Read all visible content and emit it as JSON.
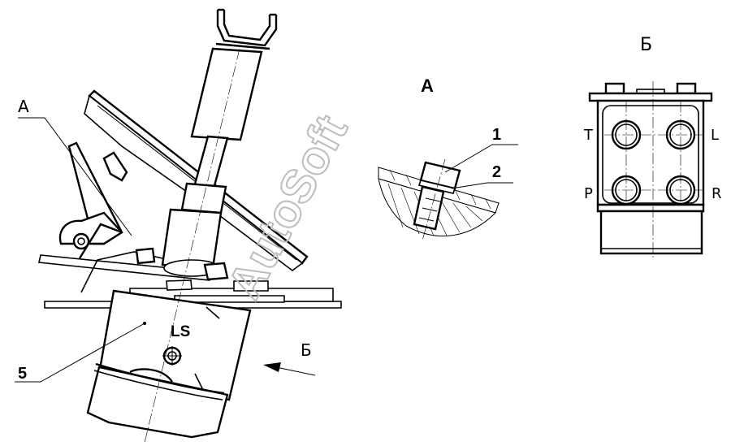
{
  "labels": {
    "view_a_callout": "A",
    "view_b_callout": "Б",
    "ls_marker": "LS",
    "item_5": "5",
    "detail_a_title": "A",
    "item_1": "1",
    "item_2": "2",
    "view_b_title": "Б",
    "port_t": "T",
    "port_l": "L",
    "port_p": "P",
    "port_r": "R"
  },
  "watermark": "AutoSoft",
  "colors": {
    "line": "#000000",
    "background": "#ffffff",
    "watermark": "#bdbdbd"
  }
}
